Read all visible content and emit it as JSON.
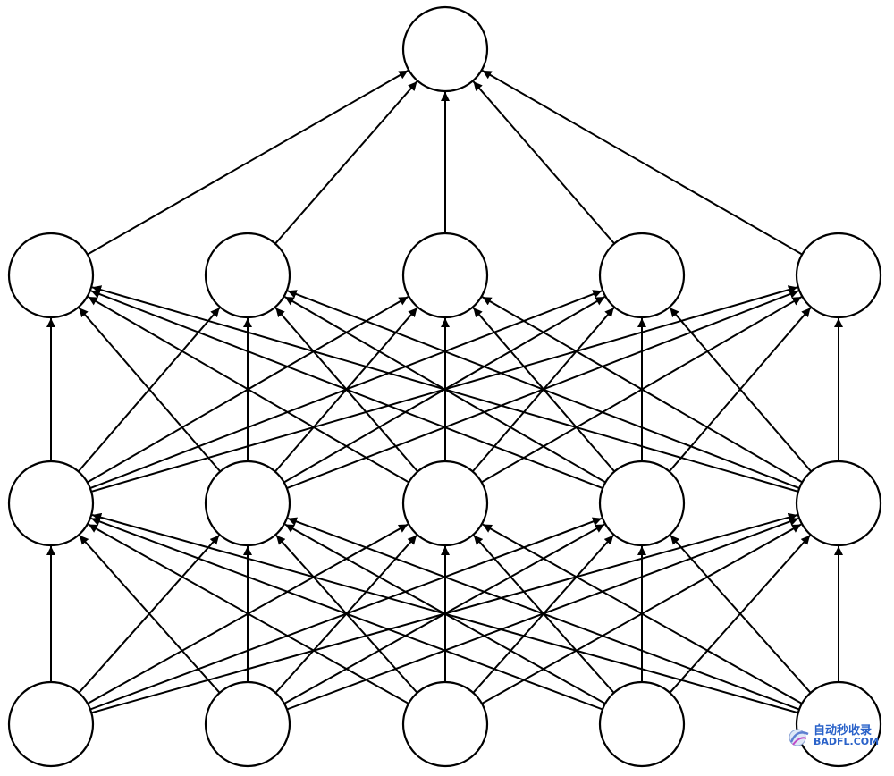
{
  "diagram": {
    "type": "feedforward-neural-network",
    "direction": "bottom-to-top",
    "fully_connected": true,
    "layers": [
      {
        "nodes": 5
      },
      {
        "nodes": 5
      },
      {
        "nodes": 5
      },
      {
        "nodes": 1
      }
    ],
    "node_fill": "#ffffff",
    "stroke_color": "#000000"
  },
  "watermark": {
    "line1": "自动秒收录",
    "line2": "BADFL.COM",
    "color": "#2a62c9"
  }
}
